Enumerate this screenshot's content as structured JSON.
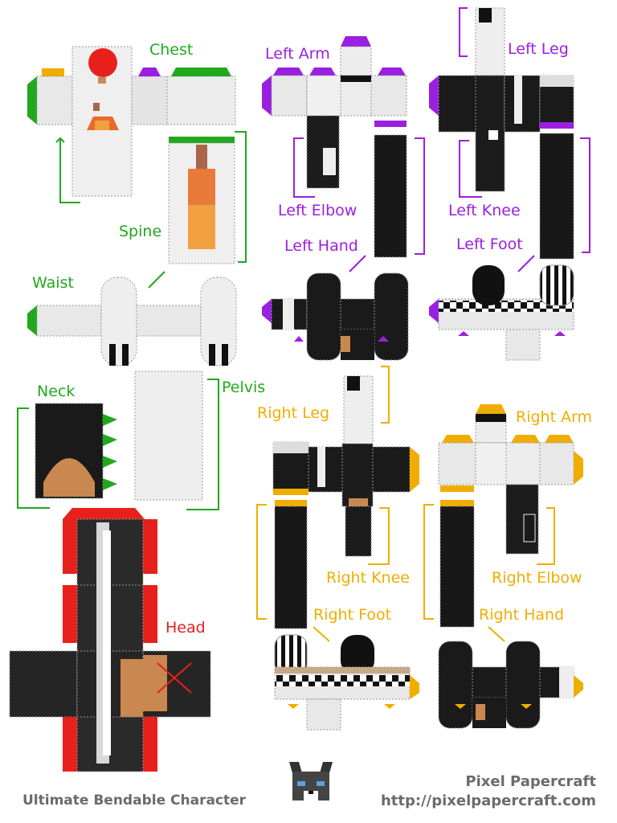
{
  "labels": {
    "chest": "Chest",
    "spine": "Spine",
    "waist": "Waist",
    "neck": "Neck",
    "pelvis": "Pelvis",
    "head": "Head",
    "left_arm": "Left Arm",
    "left_elbow": "Left Elbow",
    "left_hand": "Left Hand",
    "left_leg": "Left Leg",
    "left_knee": "Left Knee",
    "left_foot": "Left Foot",
    "right_leg": "Right Leg",
    "right_knee": "Right Knee",
    "right_foot": "Right Foot",
    "right_arm": "Right Arm",
    "right_elbow": "Right Elbow",
    "right_hand": "Right Hand"
  },
  "footer": {
    "title": "Ultimate Bendable Character",
    "brand": "Pixel Papercraft",
    "url": "http://pixelpapercraft.com"
  },
  "colors": {
    "green": "#22a81c",
    "purple": "#9b1fe0",
    "orange": "#f0ad00",
    "red": "#e8201c"
  }
}
